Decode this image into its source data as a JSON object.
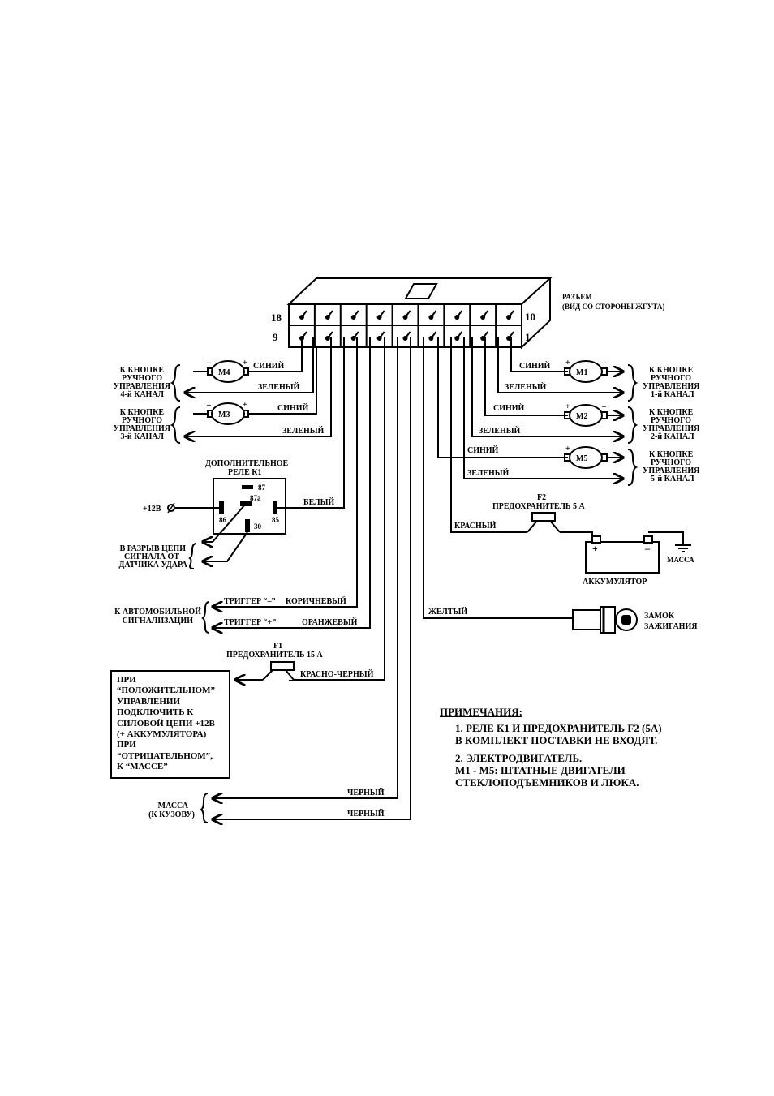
{
  "connector": {
    "label_line1": "РАЗЪЕМ",
    "label_line2": "(ВИД СО СТОРОНЫ ЖГУТА)",
    "pin_18": "18",
    "pin_10": "10",
    "pin_9": "9",
    "pin_1": "1"
  },
  "motors": {
    "m1": "M1",
    "m2": "M2",
    "m3": "M3",
    "m4": "M4",
    "m5": "M5"
  },
  "wires": {
    "blue": "СИНИЙ",
    "green": "ЗЕЛЕНЫЙ",
    "white": "БЕЛЫЙ",
    "red": "КРАСНЫЙ",
    "yellow": "ЖЕЛТЫЙ",
    "brown": "КОРИЧНЕВЫЙ",
    "orange": "ОРАНЖЕВЫЙ",
    "red_black": "КРАСНО-ЧЕРНЫЙ",
    "black": "ЧЕРНЫЙ"
  },
  "channels": {
    "ch1": [
      "К КНОПКЕ",
      "РУЧНОГО",
      "УПРАВЛЕНИЯ",
      "1-й КАНАЛ"
    ],
    "ch2": [
      "К КНОПКЕ",
      "РУЧНОГО",
      "УПРАВЛЕНИЯ",
      "2-й КАНАЛ"
    ],
    "ch3": [
      "К КНОПКЕ",
      "РУЧНОГО",
      "УПРАВЛЕНИЯ",
      "3-й КАНАЛ"
    ],
    "ch4": [
      "К КНОПКЕ",
      "РУЧНОГО",
      "УПРАВЛЕНИЯ",
      "4-й КАНАЛ"
    ],
    "ch5": [
      "К КНОПКЕ",
      "РУЧНОГО",
      "УПРАВЛЕНИЯ",
      "5-й КАНАЛ"
    ]
  },
  "relay": {
    "title_line1": "ДОПОЛНИТЕЛЬНОЕ",
    "title_line2": "РЕЛЕ К1",
    "pin_87": "87",
    "pin_87a": "87a",
    "pin_86": "86",
    "pin_85": "85",
    "pin_30": "30",
    "supply": "+12В",
    "break_line1": "В РАЗРЫВ ЦЕПИ",
    "break_line2": "СИГНАЛА ОТ",
    "break_line3": "ДАТЧИКА УДАРА"
  },
  "fuse_f2": {
    "name": "F2",
    "desc": "ПРЕДОХРАНИТЕЛЬ 5 А"
  },
  "fuse_f1": {
    "name": "F1",
    "desc": "ПРЕДОХРАНИТЕЛЬ 15 А"
  },
  "battery": {
    "label": "АККУМУЛЯТОР",
    "ground": "МАССА",
    "plus": "+",
    "minus": "–"
  },
  "ignition": {
    "line1": "ЗАМОК",
    "line2": "ЗАЖИГАНИЯ"
  },
  "alarm": {
    "line1": "К АВТОМОБИЛЬНОЙ",
    "line2": "СИГНАЛИЗАЦИИ",
    "trigger_minus": "ТРИГГЕР “–”",
    "trigger_plus": "ТРИГГЕР “+”"
  },
  "ground_body": {
    "line1": "МАССА",
    "line2": "(К КУЗОВУ)"
  },
  "polarity_note": [
    "ПРИ",
    "“ПОЛОЖИТЕЛЬНОМ”",
    "УПРАВЛЕНИИ",
    "ПОДКЛЮЧИТЬ К",
    "СИЛОВОЙ ЦЕПИ +12В",
    "(+ АККУМУЛЯТОРА)",
    "ПРИ",
    "“ОТРИЦАТЕЛЬНОМ”,",
    "К “МАССЕ”"
  ],
  "notes": {
    "heading": "ПРИМЕЧАНИЯ:",
    "n1_line1": "1. РЕЛЕ К1 И ПРЕДОХРАНИТЕЛЬ F2 (5A)",
    "n1_line2": "В КОМПЛЕКТ ПОСТАВКИ НЕ ВХОДЯТ.",
    "n2_line1": "2. ЭЛЕКТРОДВИГАТЕЛЬ.",
    "n2_line2": "M1 - M5: ШТАТНЫЕ ДВИГАТЕЛИ",
    "n2_line3": "СТЕКЛОПОДЪЕМНИКОВ И ЛЮКА."
  }
}
